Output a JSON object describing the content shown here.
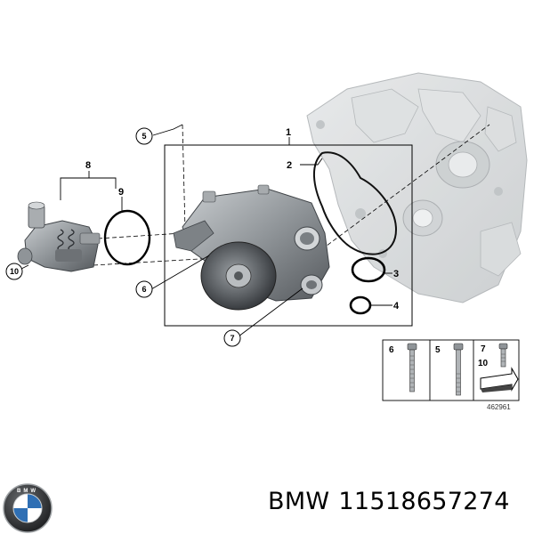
{
  "diagram": {
    "callouts": {
      "c1": "1",
      "c2": "2",
      "c3": "3",
      "c4": "4",
      "c5": "5",
      "c6": "6",
      "c7": "7",
      "c8": "8",
      "c9": "9",
      "c10": "10"
    },
    "legend": {
      "col1_number": "6",
      "col2_number": "5",
      "col3_number_top": "7",
      "col3_number_bottom": "10"
    },
    "diagram_id": "462961"
  },
  "footer": {
    "brand": "BMW",
    "part_number": "11518657274"
  },
  "colors": {
    "engine_block": "#cfd2d4",
    "pump_metal": "#8d9296",
    "pump_dark": "#4a4e52",
    "line": "#000000"
  },
  "icons": {
    "logo": "bmw-roundel-logo",
    "arrow": "direction-arrow-icon"
  }
}
